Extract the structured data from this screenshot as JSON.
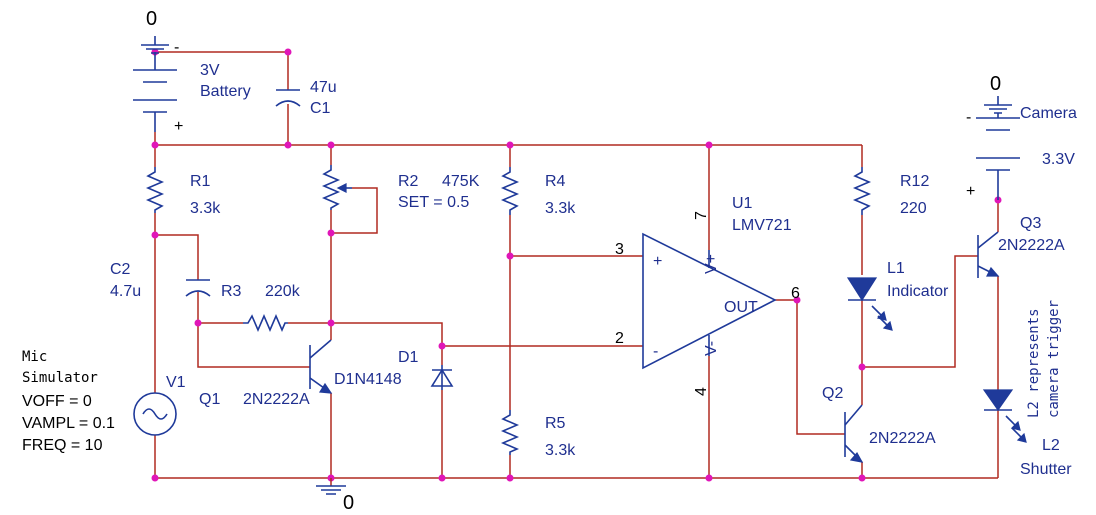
{
  "grounds": {
    "top_left": "0",
    "camera": "0",
    "bottom": "0"
  },
  "battery": {
    "value": "3V",
    "name": "Battery",
    "minus": "-",
    "plus": "+"
  },
  "camera_supply": {
    "name": "Camera",
    "value": "3.3V",
    "minus": "-",
    "plus": "+"
  },
  "c1": {
    "value": "47u",
    "ref": "C1"
  },
  "c2": {
    "ref": "C2",
    "value": "4.7u"
  },
  "r1": {
    "ref": "R1",
    "value": "3.3k"
  },
  "r2": {
    "ref": "R2",
    "value": "475K",
    "set": "SET = 0.5"
  },
  "r3": {
    "ref": "R3",
    "value": "220k"
  },
  "r4": {
    "ref": "R4",
    "value": "3.3k"
  },
  "r5": {
    "ref": "R5",
    "value": "3.3k"
  },
  "r12": {
    "ref": "R12",
    "value": "220"
  },
  "u1": {
    "ref": "U1",
    "part": "LMV721",
    "plus": "+",
    "minus": "-",
    "vplus": "V+",
    "vminus": "V-",
    "out": "OUT"
  },
  "pins": {
    "p3": "3",
    "p2": "2",
    "p6": "6",
    "p7": "7",
    "p4": "4"
  },
  "d1": {
    "ref": "D1",
    "part": "D1N4148"
  },
  "q1": {
    "ref": "Q1",
    "part": "2N2222A"
  },
  "q2": {
    "ref": "Q2",
    "part": "2N2222A"
  },
  "q3": {
    "ref": "Q3",
    "part": "2N2222A"
  },
  "l1": {
    "ref": "L1",
    "name": "Indicator"
  },
  "l2": {
    "ref": "L2",
    "name": "Shutter",
    "note_line1": "L2 represents",
    "note_line2": "camera trigger"
  },
  "v1": {
    "title_line1": "Mic",
    "title_line2": "Simulator",
    "ref": "V1",
    "voff": "VOFF = 0",
    "vampl": "VAMPL = 0.1",
    "freq": "FREQ = 10"
  }
}
